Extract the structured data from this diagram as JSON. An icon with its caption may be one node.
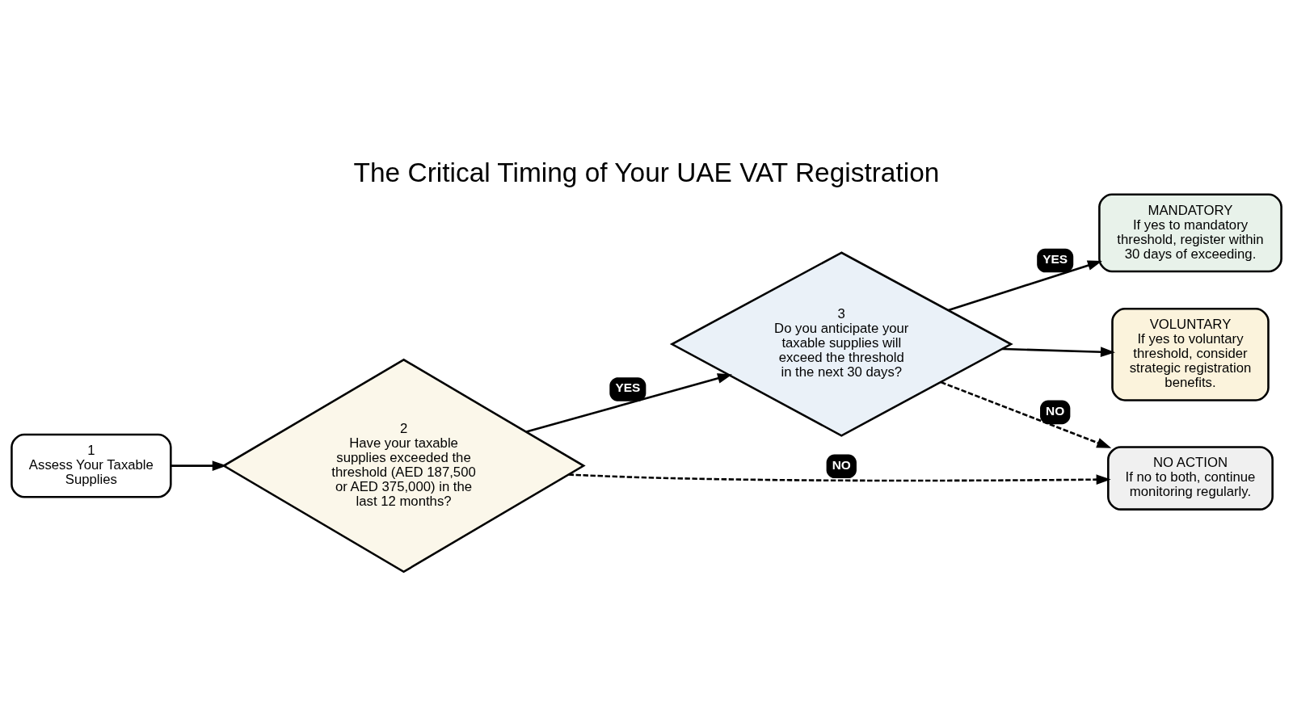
{
  "diagram": {
    "title": "The Critical Timing of Your UAE VAT Registration",
    "nodes": [
      {
        "text": [
          "1",
          "Assess Your Taxable Supplies"
        ]
      },
      {
        "text": [
          "2",
          "Have your taxable supplies exceeded the threshold (AED 187,500 or AED 375,000) in the last 12 months?"
        ]
      },
      {
        "text": [
          "3",
          "Do you anticipate your taxable supplies will exceed the threshold in the next 30 days?"
        ]
      },
      {
        "text": [
          "MANDATORY",
          "If yes to mandatory threshold, register within 30 days of exceeding."
        ]
      },
      {
        "text": [
          "VOLUNTARY",
          "If yes to voluntary threshold, consider strategic registration benefits."
        ]
      },
      {
        "text": [
          "NO ACTION",
          "If no to both, continue monitoring regularly."
        ]
      }
    ],
    "edges": [
      {
        "from": 0,
        "to": 1,
        "arrow": "to"
      },
      {
        "from": 1,
        "to": 2,
        "arrow": "to",
        "label": "YES"
      },
      {
        "from": 2,
        "to": 3,
        "arrow": "to",
        "label": "YES"
      },
      {
        "from": 2,
        "to": 4,
        "arrow": "to"
      },
      {
        "from": 1,
        "to": 5,
        "arrow": "to",
        "label": "NO",
        "style": "dashed"
      },
      {
        "from": 2,
        "to": 5,
        "arrow": "to",
        "label": "NO",
        "style": "dashed"
      }
    ]
  }
}
